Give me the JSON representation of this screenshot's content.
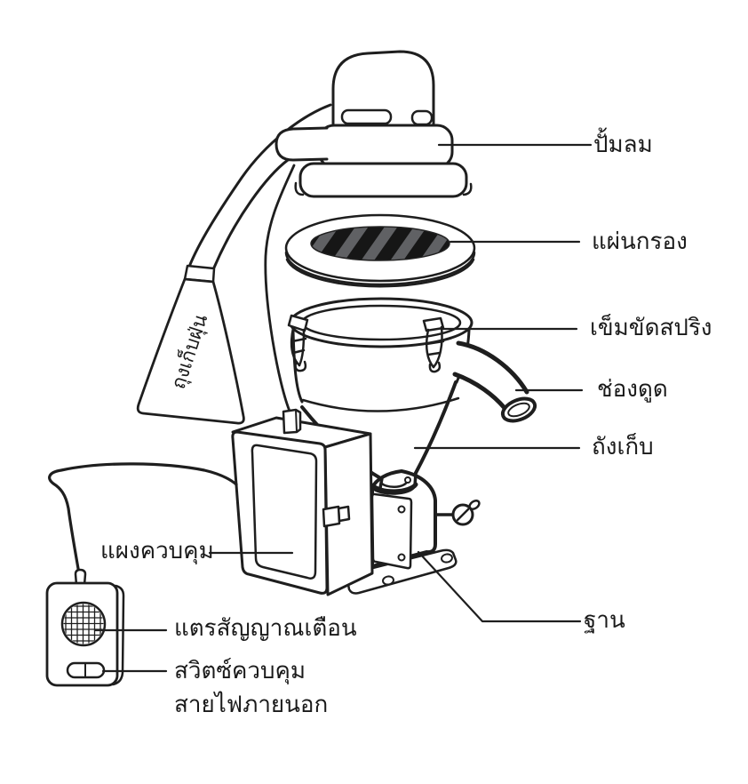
{
  "diagram": {
    "type": "machine-part-diagram",
    "labels": {
      "air_pump": "ปั้มลม",
      "filter_plate": "แผ่นกรอง",
      "spring_clamp": "เข็มขัดสปริง",
      "suction_port": "ช่องดูด",
      "storage_tank": "ถังเก็บ",
      "control_panel": "แผงควบคุม",
      "alarm_horn": "แตรสัญญาณเตือน",
      "control_switch": "สวิตซ์ควบคุม",
      "external_power_cord": "สายไฟภายนอก",
      "base": "ฐาน",
      "dust_bag": "ถุงเก็บฝุ่น"
    },
    "colors": {
      "line": "#1e1e1e",
      "background": "#ffffff",
      "filter_stripe_dark": "#161616",
      "filter_stripe_gray": "#606164"
    }
  }
}
